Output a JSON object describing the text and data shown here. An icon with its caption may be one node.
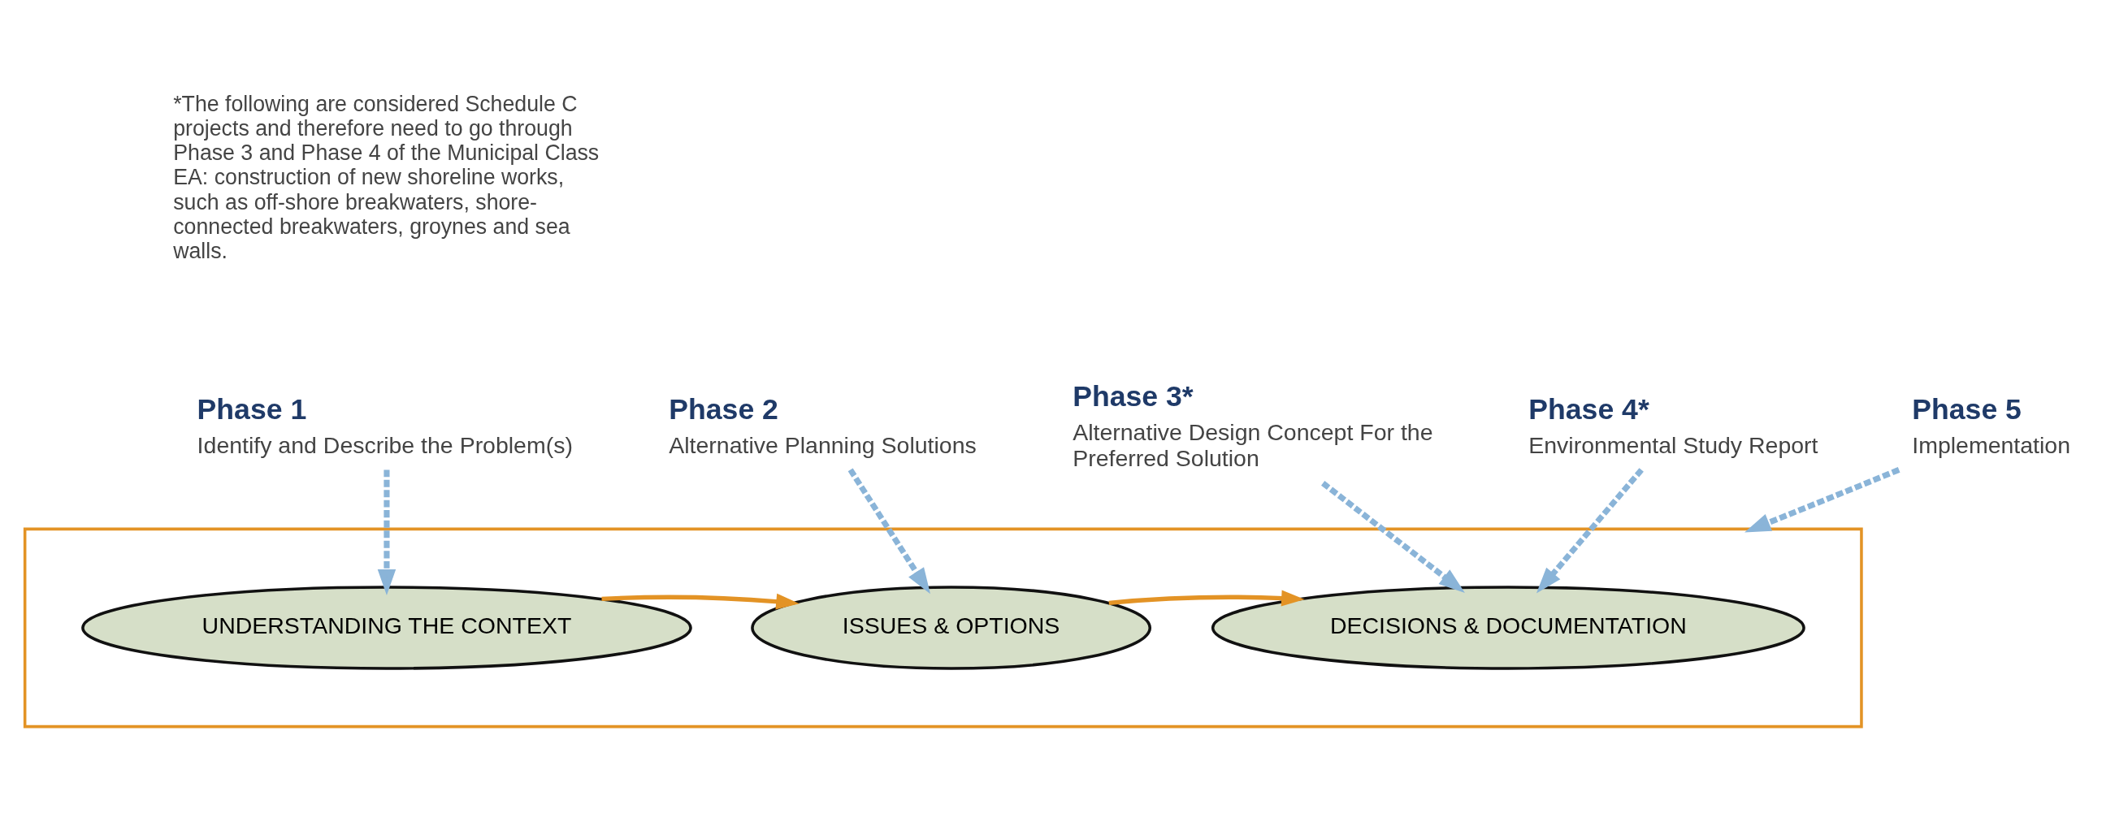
{
  "diagram": {
    "nodes": [
      {
        "text": [
          "Phase 1",
          "Identify and Describe the Problem(s)"
        ]
      },
      {
        "text": [
          "Phase 2",
          "Alternative Planning Solutions"
        ]
      },
      {
        "text": [
          "Phase 3*",
          "Alternative Design Concept For the Preferred Solution"
        ]
      },
      {
        "text": [
          "Phase 4*",
          "Environmental Study Report"
        ]
      },
      {
        "text": [
          "Phase 5",
          "Implementation"
        ]
      },
      {
        "text": [],
        "shape": "box"
      },
      {
        "text": [
          "UNDERSTANDING THE CONTEXT"
        ],
        "in": 5
      },
      {
        "text": [
          "ISSUES & OPTIONS"
        ],
        "in": 5
      },
      {
        "text": [
          "DECISIONS & DOCUMENTATION"
        ],
        "in": 5
      }
    ],
    "edges": [
      {
        "from": 0,
        "to": 6,
        "arrow": "to",
        "style": "dashed"
      },
      {
        "from": 1,
        "to": 7,
        "arrow": "to",
        "style": "dashed"
      },
      {
        "from": 2,
        "to": 8,
        "arrow": "to",
        "style": "dashed"
      },
      {
        "from": 3,
        "to": 8,
        "arrow": "to",
        "style": "dashed"
      },
      {
        "from": 4,
        "to": 5,
        "arrow": "to",
        "style": "dashed"
      },
      {
        "from": 6,
        "to": 7,
        "arrow": "to",
        "color": "#e39325"
      },
      {
        "from": 7,
        "to": 8,
        "arrow": "to",
        "color": "#e39325"
      }
    ],
    "labels": [
      "*The following are considered Schedule C projects and therefore need to go through Phase 3 and Phase 4 of the Municipal Class EA: construction of new shoreline works, such as off-shore breakwaters, shore-connected breakwaters, groynes and sea walls."
    ]
  }
}
